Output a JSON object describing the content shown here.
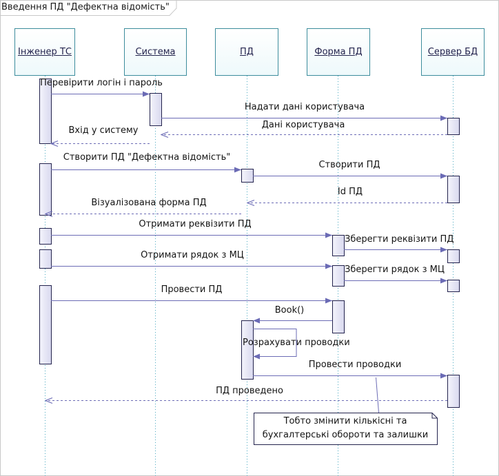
{
  "frame": {
    "title": "Введення ПД \"Дефектна відомість\""
  },
  "lifelines": [
    {
      "id": "engineer",
      "label": "Інженер ТС"
    },
    {
      "id": "system",
      "label": "Система"
    },
    {
      "id": "pd",
      "label": "ПД"
    },
    {
      "id": "form",
      "label": "Форма ПД"
    },
    {
      "id": "db",
      "label": "Сервер БД"
    }
  ],
  "messages": [
    {
      "id": "m1",
      "label": "Перевірити логін і пароль",
      "from": "engineer",
      "to": "system",
      "kind": "call"
    },
    {
      "id": "m2",
      "label": "Надати дані користувача",
      "from": "system",
      "to": "db",
      "kind": "call"
    },
    {
      "id": "m3",
      "label": "Дані користувача",
      "from": "db",
      "to": "system",
      "kind": "return"
    },
    {
      "id": "m4",
      "label": "Вхід у систему",
      "from": "system",
      "to": "engineer",
      "kind": "return"
    },
    {
      "id": "m5",
      "label": "Створити ПД \"Дефектна відомість\"",
      "from": "engineer",
      "to": "pd",
      "kind": "call"
    },
    {
      "id": "m6",
      "label": "Створити ПД",
      "from": "pd",
      "to": "db",
      "kind": "call"
    },
    {
      "id": "m7",
      "label": "Id ПД",
      "from": "db",
      "to": "pd",
      "kind": "return"
    },
    {
      "id": "m8",
      "label": "Візуалізована форма ПД",
      "from": "pd",
      "to": "engineer",
      "kind": "return"
    },
    {
      "id": "m9",
      "label": "Отримати реквізити ПД",
      "from": "engineer",
      "to": "form",
      "kind": "call"
    },
    {
      "id": "m10",
      "label": "Зберегти реквізити ПД",
      "from": "form",
      "to": "db",
      "kind": "call"
    },
    {
      "id": "m11",
      "label": "Отримати рядок з МЦ",
      "from": "engineer",
      "to": "form",
      "kind": "call"
    },
    {
      "id": "m12",
      "label": "Зберегти рядок з МЦ",
      "from": "form",
      "to": "db",
      "kind": "call"
    },
    {
      "id": "m13",
      "label": "Провести ПД",
      "from": "engineer",
      "to": "form",
      "kind": "call"
    },
    {
      "id": "m14",
      "label": "Book()",
      "from": "form",
      "to": "pd",
      "kind": "call"
    },
    {
      "id": "m15",
      "label": "Розрахувати проводки",
      "from": "pd",
      "to": "pd",
      "kind": "self"
    },
    {
      "id": "m16",
      "label": "Провести проводки",
      "from": "pd",
      "to": "db",
      "kind": "call"
    },
    {
      "id": "m17",
      "label": "ПД проведено",
      "from": "db",
      "to": "engineer",
      "kind": "return"
    }
  ],
  "note": {
    "line1": "Тобто змінити кількісні та",
    "line2": "бухгалтерські обороти та залишки"
  },
  "colors": {
    "lifeline_border": "#3c8c9c",
    "lifeline_dash": "#4aa8c0",
    "activation_fill": "#e6e6f6",
    "activation_border": "#23234d",
    "message_line": "#6b6bb5",
    "note_border": "#23234d"
  }
}
